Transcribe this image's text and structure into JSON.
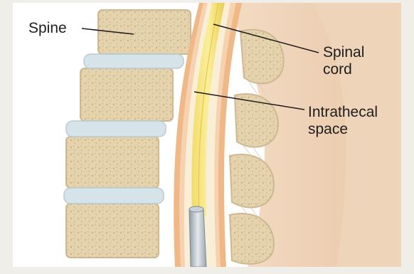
{
  "labels": {
    "spine": "Spine",
    "spinal_cord_line1": "Spinal",
    "spinal_cord_line2": "cord",
    "intrathecal_line1": "Intrathecal",
    "intrathecal_line2": "space"
  }
}
